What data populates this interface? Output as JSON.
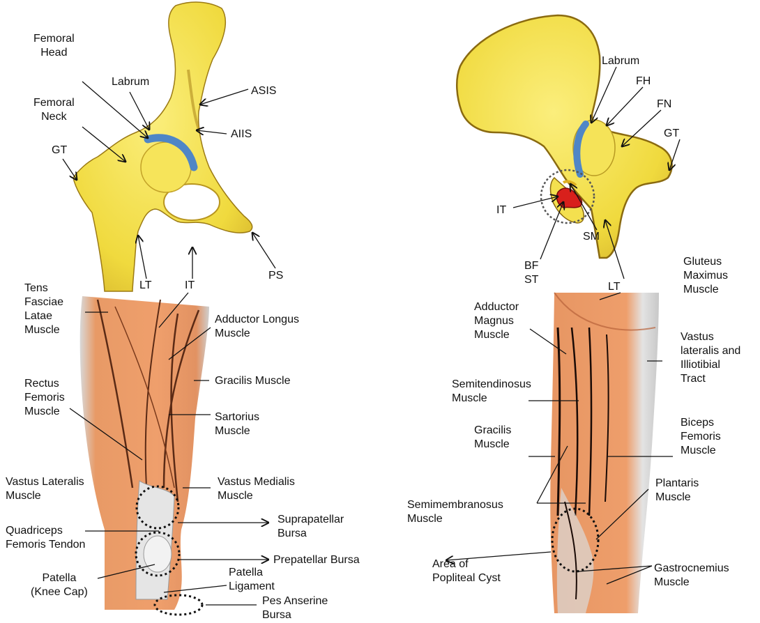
{
  "colors": {
    "bone": "#f3e04a",
    "bone_shadow": "#c9a92a",
    "bone_outline": "#8a6a10",
    "labrum": "#4f86c6",
    "muscle": "#e79a6a",
    "muscle_dark": "#b8623a",
    "tendon": "#dcdcdc",
    "tuberosity": "#d8201c",
    "line": "#111111"
  },
  "anterior": {
    "hip": {
      "femoral_head": [
        "Femoral",
        "Head"
      ],
      "labrum": "Labrum",
      "asis": "ASIS",
      "femoral_neck": [
        "Femoral",
        "Neck"
      ],
      "aiis": "AIIS",
      "gt": "GT",
      "lt": "LT",
      "it": "IT",
      "ps": "PS"
    },
    "thigh": {
      "tfl": [
        "Tens",
        "Fasciae",
        "Latae",
        "Muscle"
      ],
      "adductor_longus": [
        "Adductor Longus",
        "Muscle"
      ],
      "gracilis": "Gracilis Muscle",
      "rectus_femoris": [
        "Rectus",
        "Femoris",
        "Muscle"
      ],
      "sartorius": [
        "Sartorius",
        "Muscle"
      ],
      "vastus_lateralis": [
        "Vastus Lateralis",
        "Muscle"
      ],
      "vastus_medialis": [
        "Vastus Medialis",
        "Muscle"
      ],
      "quad_tendon": [
        "Quadriceps",
        "Femoris Tendon"
      ],
      "suprapatellar": [
        "Suprapatellar",
        "Bursa"
      ],
      "prepatellar": "Prepatellar Bursa",
      "patella": [
        "Patella",
        "(Knee Cap)"
      ],
      "patella_ligament": [
        "Patella",
        "Ligament"
      ],
      "pes_anserine": [
        "Pes Anserine",
        "Bursa"
      ]
    }
  },
  "posterior": {
    "hip": {
      "labrum": "Labrum",
      "fh": "FH",
      "fn": "FN",
      "gt": "GT",
      "it": "IT",
      "sm": "SM",
      "bf_st": [
        "BF",
        "ST"
      ],
      "lt": "LT"
    },
    "thigh": {
      "gluteus": [
        "Gluteus",
        "Maximus",
        "Muscle"
      ],
      "adductor_magnus": [
        "Adductor",
        "Magnus",
        "Muscle"
      ],
      "vastus_it": [
        "Vastus",
        "lateralis and",
        "Illiotibial",
        "Tract"
      ],
      "semitendinosus": [
        "Semitendinosus",
        "Muscle"
      ],
      "gracilis": [
        "Gracilis",
        "Muscle"
      ],
      "biceps": [
        "Biceps",
        "Femoris",
        "Muscle"
      ],
      "semimembranosus": [
        "Semimembranosus",
        "Muscle"
      ],
      "plantaris": [
        "Plantaris",
        "Muscle"
      ],
      "popliteal": [
        "Area of",
        "Popliteal Cyst"
      ],
      "gastrocnemius": [
        "Gastrocnemius",
        "Muscle"
      ]
    }
  }
}
